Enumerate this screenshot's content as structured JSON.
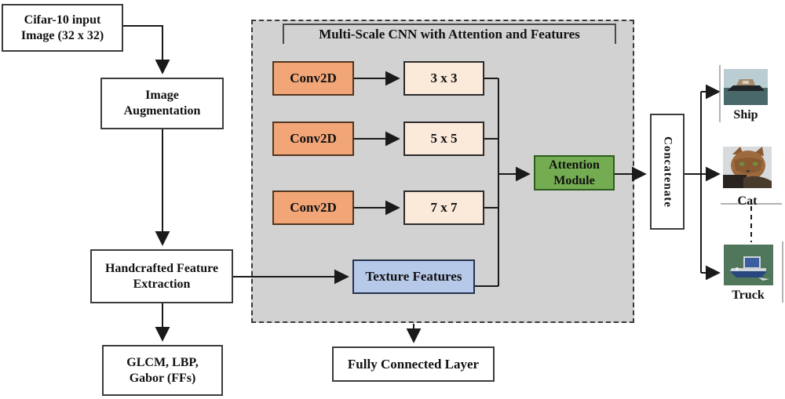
{
  "diagram": {
    "nodes": {
      "cifar": {
        "line1": "Cifar-10 input",
        "line2": "Image (32 x 32)"
      },
      "image_augmentation": {
        "line1": "Image",
        "line2": "Augmentation"
      },
      "handcrafted": {
        "line1": "Handcrafted Feature",
        "line2": "Extraction"
      },
      "glcm": {
        "line1": "GLCM, LBP,",
        "line2": "Gabor (FFs)"
      },
      "texture": {
        "label": "Texture Features"
      },
      "attention": {
        "line1": "Attention",
        "line2": "Module"
      },
      "concatenate": {
        "label": "Concatenate"
      },
      "fully_connected": {
        "label": "Fully Connected Layer"
      }
    },
    "cnn_block": {
      "title": "Multi-Scale CNN with Attention and Features",
      "branches": [
        {
          "conv": "Conv2D",
          "kernel": "3 x 3"
        },
        {
          "conv": "Conv2D",
          "kernel": "5 x 5"
        },
        {
          "conv": "Conv2D",
          "kernel": "7 x 7"
        }
      ]
    },
    "outputs": [
      {
        "label": "Ship",
        "icon": "ship-image"
      },
      {
        "label": "Cat",
        "icon": "cat-image"
      },
      {
        "label": "Truck",
        "icon": "truck-image"
      }
    ],
    "colors": {
      "conv_fill": "#F2A678",
      "conv_border": "#53351f",
      "kernel_fill": "#FBE9DA",
      "kernel_border": "#2b2b2b",
      "attention_fill": "#73AC51",
      "attention_border": "#2e5c1f",
      "texture_fill": "#B7C9E9",
      "texture_border": "#26324e",
      "container_fill": "#D2D2D2",
      "line": "#1a1a1a"
    }
  }
}
